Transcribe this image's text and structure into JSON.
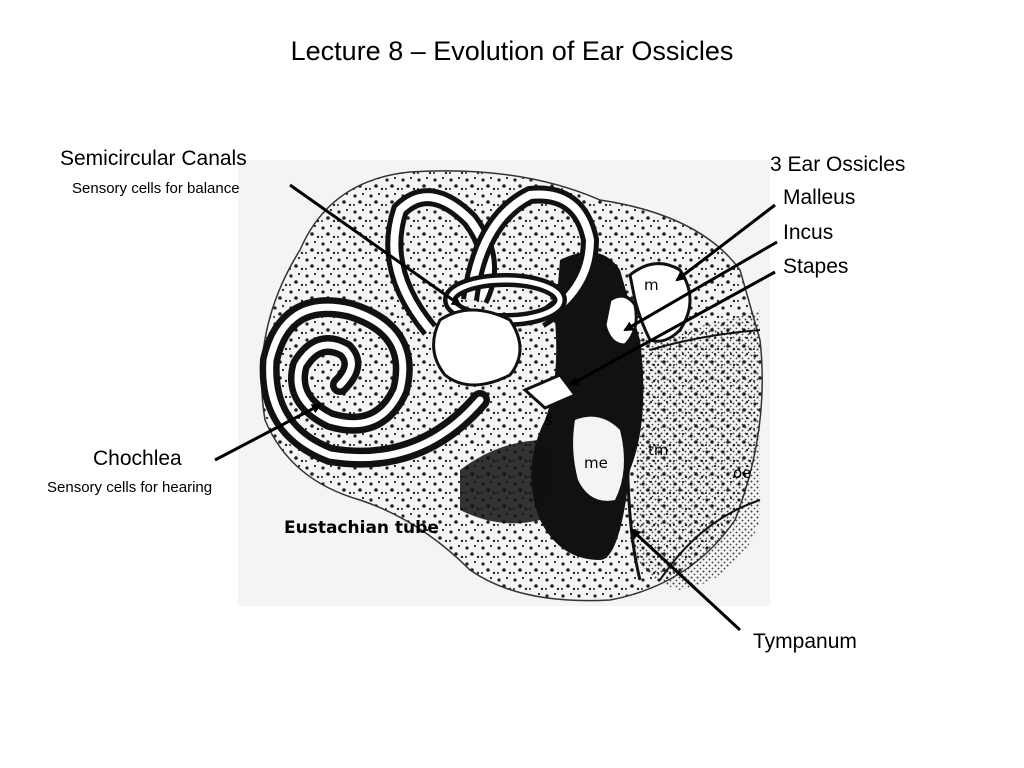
{
  "title": "Lecture 8 – Evolution of Ear Ossicles",
  "labels": {
    "semicircular": {
      "name": "Semicircular Canals",
      "desc": "Sensory cells for balance"
    },
    "cochlea": {
      "name": "Chochlea",
      "desc": "Sensory cells for hearing"
    },
    "ossicles": {
      "heading": "3 Ear Ossicles",
      "malleus": "Malleus",
      "incus": "Incus",
      "stapes": "Stapes"
    },
    "tympanum": "Tympanum"
  },
  "diagram_labels": {
    "m": "m",
    "s": "s",
    "me": "me",
    "tm": "tm",
    "oe": "oe",
    "eustachian": "Eustachian tube"
  }
}
